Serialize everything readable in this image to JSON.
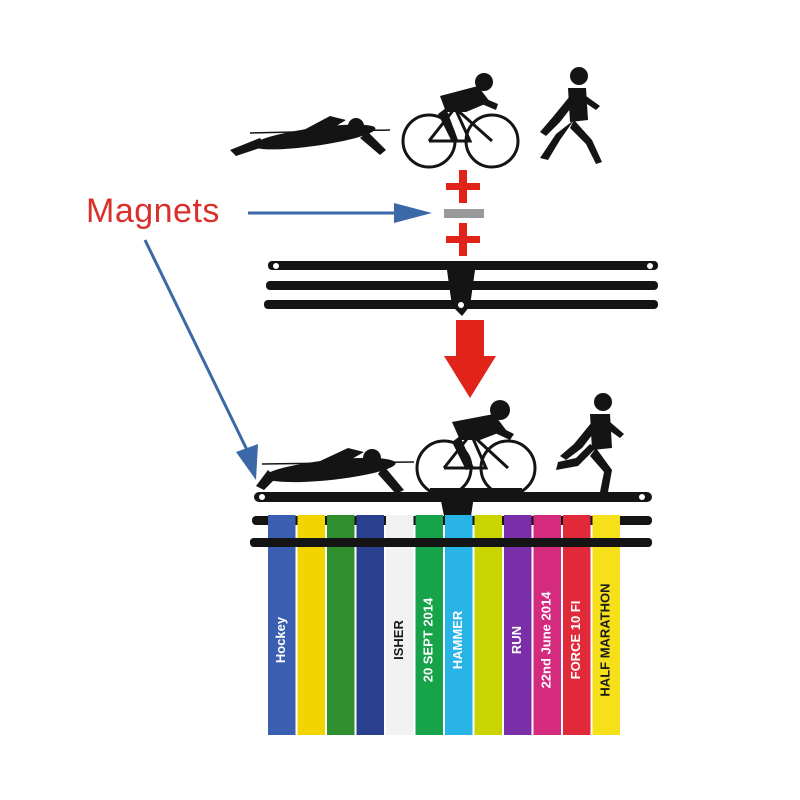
{
  "caption": "Magnets",
  "colors": {
    "caption": "#d9302c",
    "arrow_blue": "#3b69a8",
    "arrow_red": "#e2231a",
    "plus_red": "#e2231a",
    "magnet_gray": "#9a9a9a",
    "metal": "#141414"
  },
  "icons": [
    "swimmer-icon",
    "cyclist-icon",
    "runner-icon",
    "medal-hanger-icon"
  ],
  "ribbons": [
    {
      "color": "#3a5fb0",
      "text": "Hockey"
    },
    {
      "color": "#f1d400",
      "text": ""
    },
    {
      "color": "#2f8f2f",
      "text": ""
    },
    {
      "color": "#2a3f8e",
      "text": ""
    },
    {
      "color": "#f2f2f2",
      "text": "ISHER"
    },
    {
      "color": "#17a34a",
      "text": "20 SEPT 2014"
    },
    {
      "color": "#28b4e6",
      "text": "HAMMER"
    },
    {
      "color": "#c9d400",
      "text": ""
    },
    {
      "color": "#7a2fa8",
      "text": "RUN"
    },
    {
      "color": "#d42b7e",
      "text": "22nd June 2014"
    },
    {
      "color": "#e02a3a",
      "text": "FORCE 10 FI"
    },
    {
      "color": "#f6e01a",
      "text": "HALF MARATHON"
    }
  ]
}
